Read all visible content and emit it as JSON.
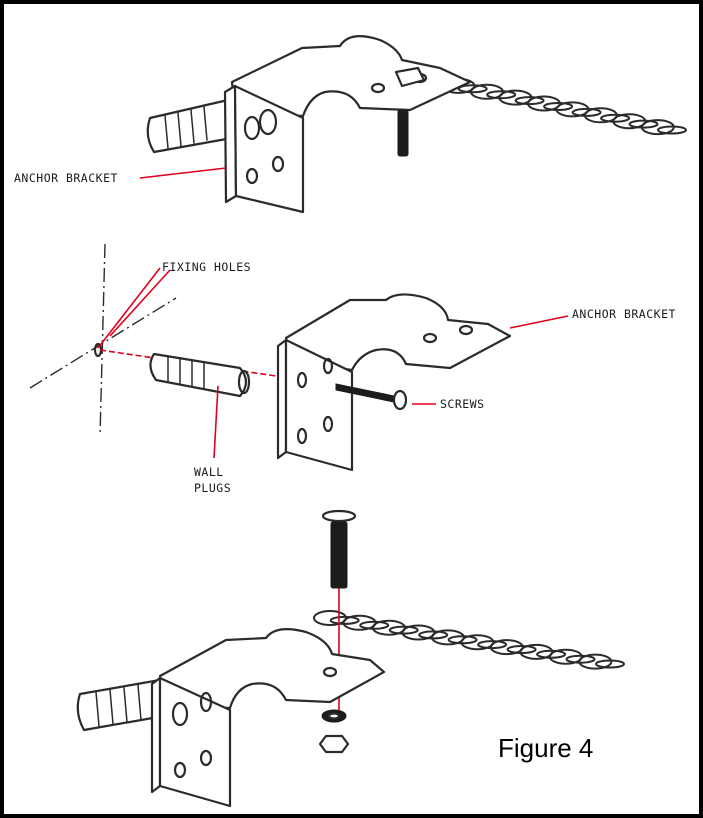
{
  "labels": {
    "anchor_bracket_top": "ANCHOR BRACKET",
    "fixing_holes": "FIXING HOLES",
    "anchor_bracket_mid": "ANCHOR BRACKET",
    "screws": "SCREWS",
    "wall_plugs_1": "WALL",
    "wall_plugs_2": "PLUGS"
  },
  "caption": "Figure 4"
}
